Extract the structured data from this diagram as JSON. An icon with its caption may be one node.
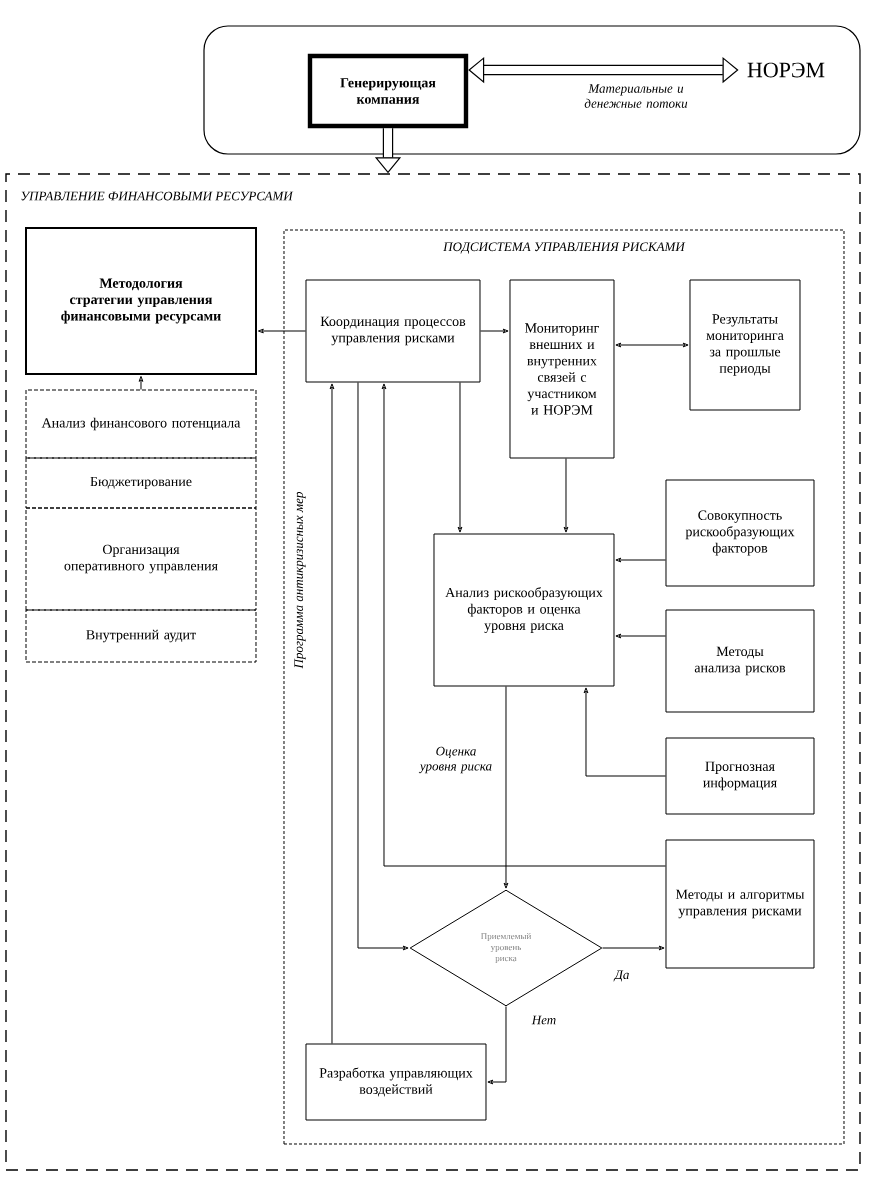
{
  "diagram": {
    "nodes": [
      {
        "text": [],
        "shape": "box"
      },
      {
        "text": [
          "Генерирующая компания"
        ],
        "in": 0
      },
      {
        "text": [
          "НОРЭМ"
        ],
        "in": 0
      },
      {
        "text": [
          "УПРАВЛЕНИЕ ФИНАНСОВЫМИ РЕСУРСАМИ"
        ]
      },
      {
        "text": [
          "Методология стратегии управления финансовыми ресурсами"
        ],
        "in": 3
      },
      {
        "text": [
          "Анализ финансового потенциала"
        ],
        "in": 3
      },
      {
        "text": [
          "Бюджетирование"
        ],
        "in": 3
      },
      {
        "text": [
          "Организация оперативного управления"
        ],
        "in": 3
      },
      {
        "text": [
          "Внутренний аудит"
        ],
        "in": 3
      },
      {
        "text": [
          "ПОДСИСТЕМА УПРАВЛЕНИЯ РИСКАМИ"
        ],
        "in": 3
      },
      {
        "text": [
          "Координация процессов управления рисками"
        ],
        "in": 9
      },
      {
        "text": [
          "Мониторинг внешних и внутренних связей с участником и НОРЭМ"
        ],
        "in": 9
      },
      {
        "text": [
          "Результаты мониторинга за прошлые периоды"
        ],
        "in": 9
      },
      {
        "text": [
          "Совокупность рискообразующих факторов"
        ],
        "in": 9
      },
      {
        "text": [
          "Анализ рискообразующих факторов и оценка уровня риска"
        ],
        "in": 9
      },
      {
        "text": [
          "Методы анализа рисков"
        ],
        "in": 9
      },
      {
        "text": [
          "Прогнозная информация"
        ],
        "in": 9
      },
      {
        "text": [
          "Методы и алгоритмы управления рисками"
        ],
        "in": 9
      },
      {
        "text": [
          "Приемлемый уровень риска"
        ],
        "in": 9
      },
      {
        "text": [
          "Разработка управляющих воздействий"
        ],
        "in": 9
      }
    ],
    "edges": [
      {
        "from": 1,
        "to": 2,
        "arrow": "both",
        "style": "thick",
        "label": "Материальные и денежные потоки"
      },
      {
        "from": 1,
        "to": 3,
        "arrow": "to",
        "style": "thick"
      },
      {
        "from": 10,
        "to": 4,
        "arrow": "to"
      },
      {
        "from": 5,
        "to": 4,
        "arrow": "to"
      },
      {
        "from": 10,
        "to": 11,
        "arrow": "to"
      },
      {
        "from": 11,
        "to": 12,
        "arrow": "both"
      },
      {
        "from": 10,
        "to": 14,
        "arrow": "to"
      },
      {
        "from": 11,
        "to": 14,
        "arrow": "to"
      },
      {
        "from": 13,
        "to": 14,
        "arrow": "to"
      },
      {
        "from": 15,
        "to": 14,
        "arrow": "to"
      },
      {
        "from": 16,
        "to": 14,
        "arrow": "to"
      },
      {
        "from": 14,
        "to": 18,
        "arrow": "to",
        "label": "Оценка уровня риска"
      },
      {
        "from": 17,
        "to": 10,
        "arrow": "to"
      },
      {
        "from": 18,
        "to": 17,
        "arrow": "to",
        "label": "Да"
      },
      {
        "from": 18,
        "to": 19,
        "arrow": "to",
        "label": "Нет"
      },
      {
        "from": 19,
        "to": 10,
        "arrow": "to",
        "label": "Программа антикризисных мер"
      },
      {
        "from": 10,
        "to": 18,
        "arrow": "to"
      }
    ]
  }
}
